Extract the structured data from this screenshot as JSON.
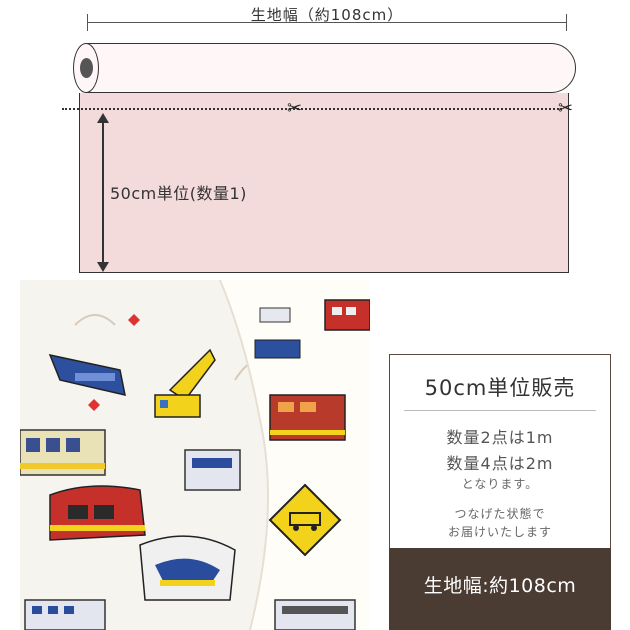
{
  "diagram": {
    "width_label": "生地幅（約108cm）",
    "unit_label": "50cm単位(数量1)",
    "scissors_icon": "✂"
  },
  "info": {
    "title": "50cm単位販売",
    "line1": "数量2点は1m",
    "line2": "数量4点は2m",
    "line3": "となります。",
    "line4": "つなげた状態で",
    "line5": "お届けいたします",
    "footer": "生地幅:約108cm"
  },
  "colors": {
    "fabric_pink": "#f3dadb",
    "footer_brown": "#4a3b33",
    "sign_yellow": "#f2d21b"
  }
}
